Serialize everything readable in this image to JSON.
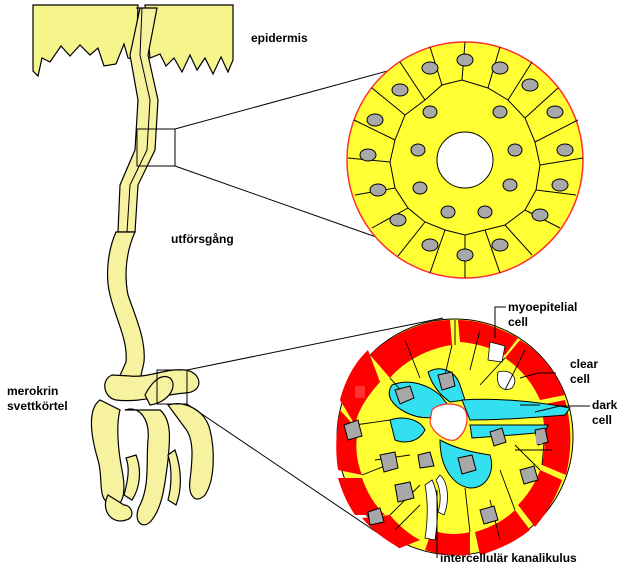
{
  "labels": {
    "epidermis": "epidermis",
    "duct": "utförsgång",
    "gland_line1": "merokrin",
    "gland_line2": "svettkörtel",
    "myo_line1": "myoepitelial",
    "myo_line2": "cell",
    "clear_line1": "clear",
    "clear_line2": "cell",
    "dark_line1": "dark",
    "dark_line2": "cell",
    "canaliculus": "intercellulär kanalikulus"
  },
  "colors": {
    "skin": "#f5f58c",
    "gland": "#f7f2a0",
    "cell_yellow": "#ffff33",
    "myoepithelial_red": "#ff0000",
    "dark_cell_cyan": "#33e0f0",
    "nucleus_grey": "#a8a8a8",
    "outline": "#000000",
    "rim_red": "#ff3030"
  },
  "icons": {
    "duct_cross_section": "duct-cross-section-icon",
    "gland_cross_section": "gland-cross-section-icon"
  }
}
